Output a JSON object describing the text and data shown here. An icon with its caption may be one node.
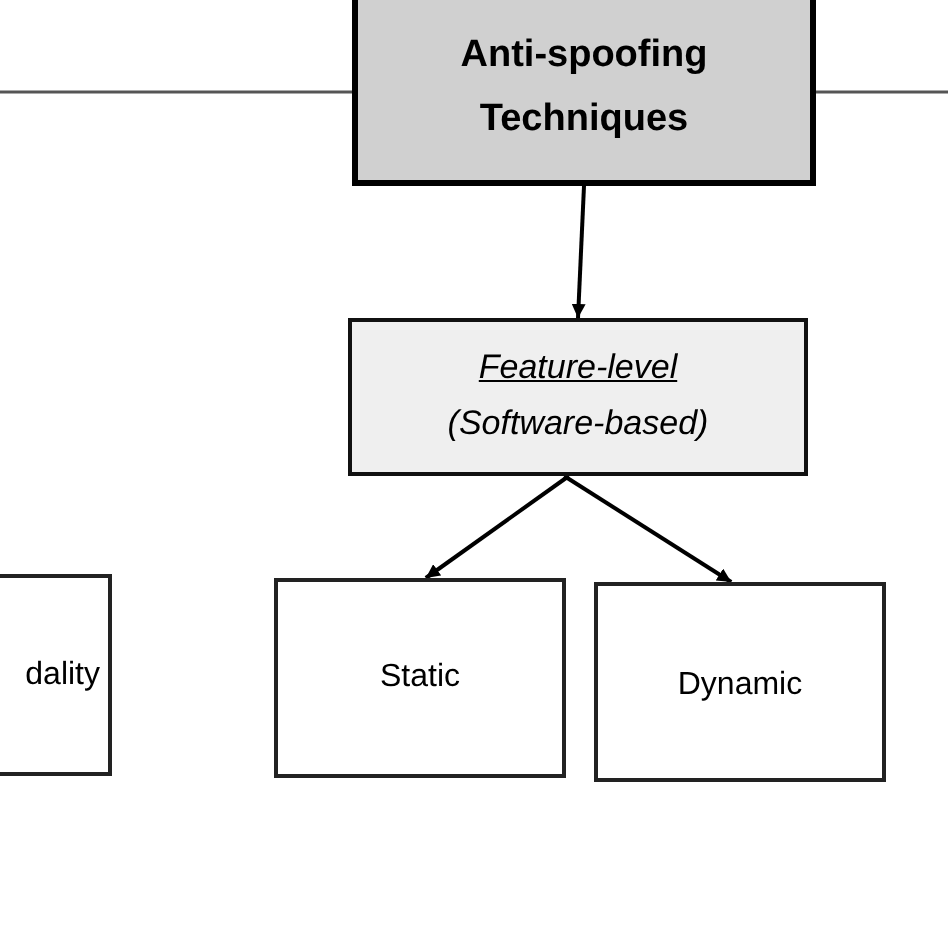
{
  "diagram": {
    "nodes": [
      {
        "text": [
          "Anti-spoofing Techniques"
        ]
      },
      {
        "text": [
          "Feature-level",
          "(Software-based)"
        ]
      },
      {
        "text": [
          "dality"
        ]
      },
      {
        "text": [
          "Static"
        ]
      },
      {
        "text": [
          "Dynamic"
        ]
      }
    ],
    "edges": [
      {
        "from": 0,
        "to": null,
        "arrow": "none"
      },
      {
        "from": 0,
        "to": null,
        "arrow": "none"
      },
      {
        "from": 0,
        "to": 1,
        "arrow": "to"
      },
      {
        "from": 1,
        "to": 3,
        "arrow": "to"
      },
      {
        "from": 1,
        "to": 4,
        "arrow": "to"
      }
    ]
  }
}
